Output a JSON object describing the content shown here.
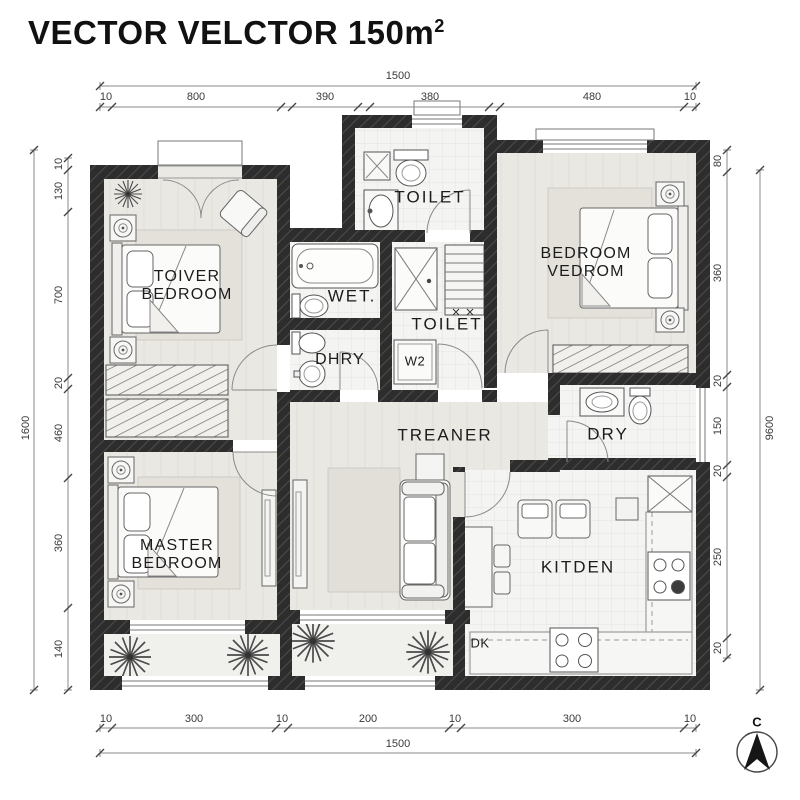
{
  "title": {
    "main": "VECTOR VELCTOR 150m",
    "sup": "2"
  },
  "rooms": {
    "toiver_bedroom": "TOIVER\nBEDROOM",
    "toilet_top": "TOILET",
    "bedroom_vedrom": "BEDROOM\nVEDROM",
    "wet": "WET.",
    "toilet_mid": "TOILET",
    "dhry": "DHRY",
    "w2": "W2",
    "treaner": "TREANER",
    "dry": "DRY",
    "kitden": "KITDEN",
    "dk": "DK",
    "master_bedroom": "MASTER\nBEDROOM"
  },
  "dimensions": {
    "top": {
      "total": "1500",
      "segments": [
        "10",
        "800",
        "390",
        "380",
        "480",
        "10"
      ]
    },
    "bottom": {
      "total": "1500",
      "segments": [
        "10",
        "300",
        "10",
        "200",
        "10",
        "300",
        "10"
      ]
    },
    "left": {
      "total": "1600",
      "segments": [
        "10",
        "130",
        "700",
        "20",
        "460",
        "360",
        "140"
      ]
    },
    "right": {
      "total": "9600",
      "segments": [
        "80",
        "360",
        "20",
        "150",
        "20",
        "250",
        "20"
      ]
    }
  },
  "compass": {
    "label": "C"
  },
  "colors": {
    "wall": "#2d2d2d",
    "accent_dark": "#161616"
  }
}
